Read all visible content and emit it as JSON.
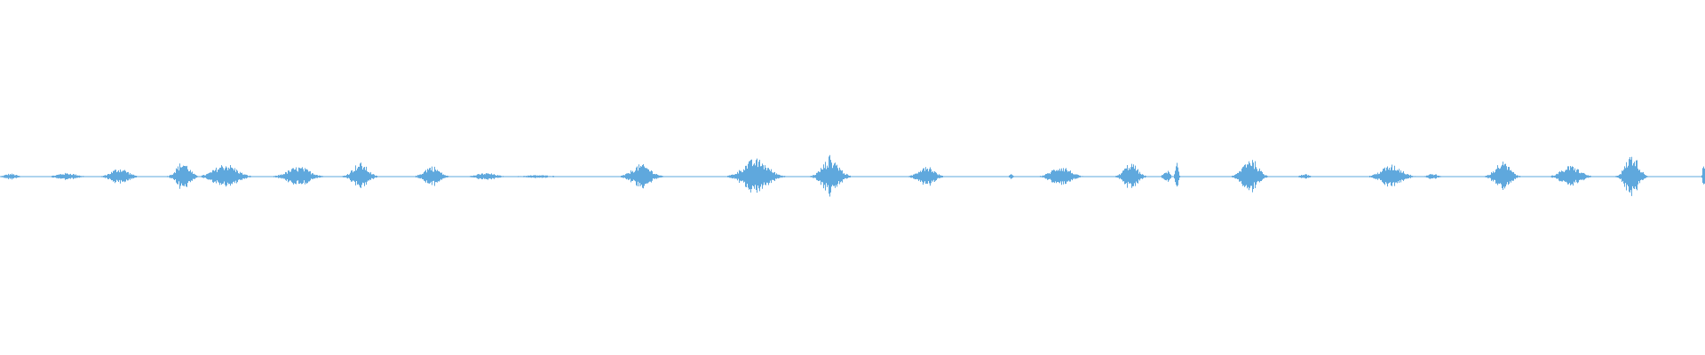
{
  "waveform": {
    "color": "#5fa8dd",
    "background": "#ffffff",
    "bursts": [
      {
        "t": 0.006,
        "w": 0.012,
        "a": 0.1
      },
      {
        "t": 0.039,
        "w": 0.02,
        "a": 0.12
      },
      {
        "t": 0.07,
        "w": 0.018,
        "a": 0.28
      },
      {
        "t": 0.107,
        "w": 0.014,
        "a": 0.48
      },
      {
        "t": 0.132,
        "w": 0.024,
        "a": 0.42
      },
      {
        "t": 0.175,
        "w": 0.024,
        "a": 0.32
      },
      {
        "t": 0.211,
        "w": 0.016,
        "a": 0.45
      },
      {
        "t": 0.253,
        "w": 0.016,
        "a": 0.35
      },
      {
        "t": 0.285,
        "w": 0.02,
        "a": 0.12
      },
      {
        "t": 0.315,
        "w": 0.03,
        "a": 0.05
      },
      {
        "t": 0.376,
        "w": 0.02,
        "a": 0.4
      },
      {
        "t": 0.443,
        "w": 0.026,
        "a": 0.58
      },
      {
        "t": 0.487,
        "w": 0.018,
        "a": 0.6
      },
      {
        "t": 0.486,
        "w": 0.002,
        "a": 1.0
      },
      {
        "t": 0.543,
        "w": 0.016,
        "a": 0.38
      },
      {
        "t": 0.593,
        "w": 0.004,
        "a": 0.08
      },
      {
        "t": 0.622,
        "w": 0.02,
        "a": 0.35
      },
      {
        "t": 0.663,
        "w": 0.014,
        "a": 0.45
      },
      {
        "t": 0.684,
        "w": 0.006,
        "a": 0.22
      },
      {
        "t": 0.69,
        "w": 0.003,
        "a": 0.45
      },
      {
        "t": 0.733,
        "w": 0.016,
        "a": 0.62
      },
      {
        "t": 0.765,
        "w": 0.01,
        "a": 0.08
      },
      {
        "t": 0.816,
        "w": 0.022,
        "a": 0.38
      },
      {
        "t": 0.84,
        "w": 0.01,
        "a": 0.1
      },
      {
        "t": 0.881,
        "w": 0.016,
        "a": 0.48
      },
      {
        "t": 0.921,
        "w": 0.02,
        "a": 0.35
      },
      {
        "t": 0.957,
        "w": 0.014,
        "a": 0.72
      },
      {
        "t": 0.999,
        "w": 0.002,
        "a": 0.5
      }
    ]
  }
}
